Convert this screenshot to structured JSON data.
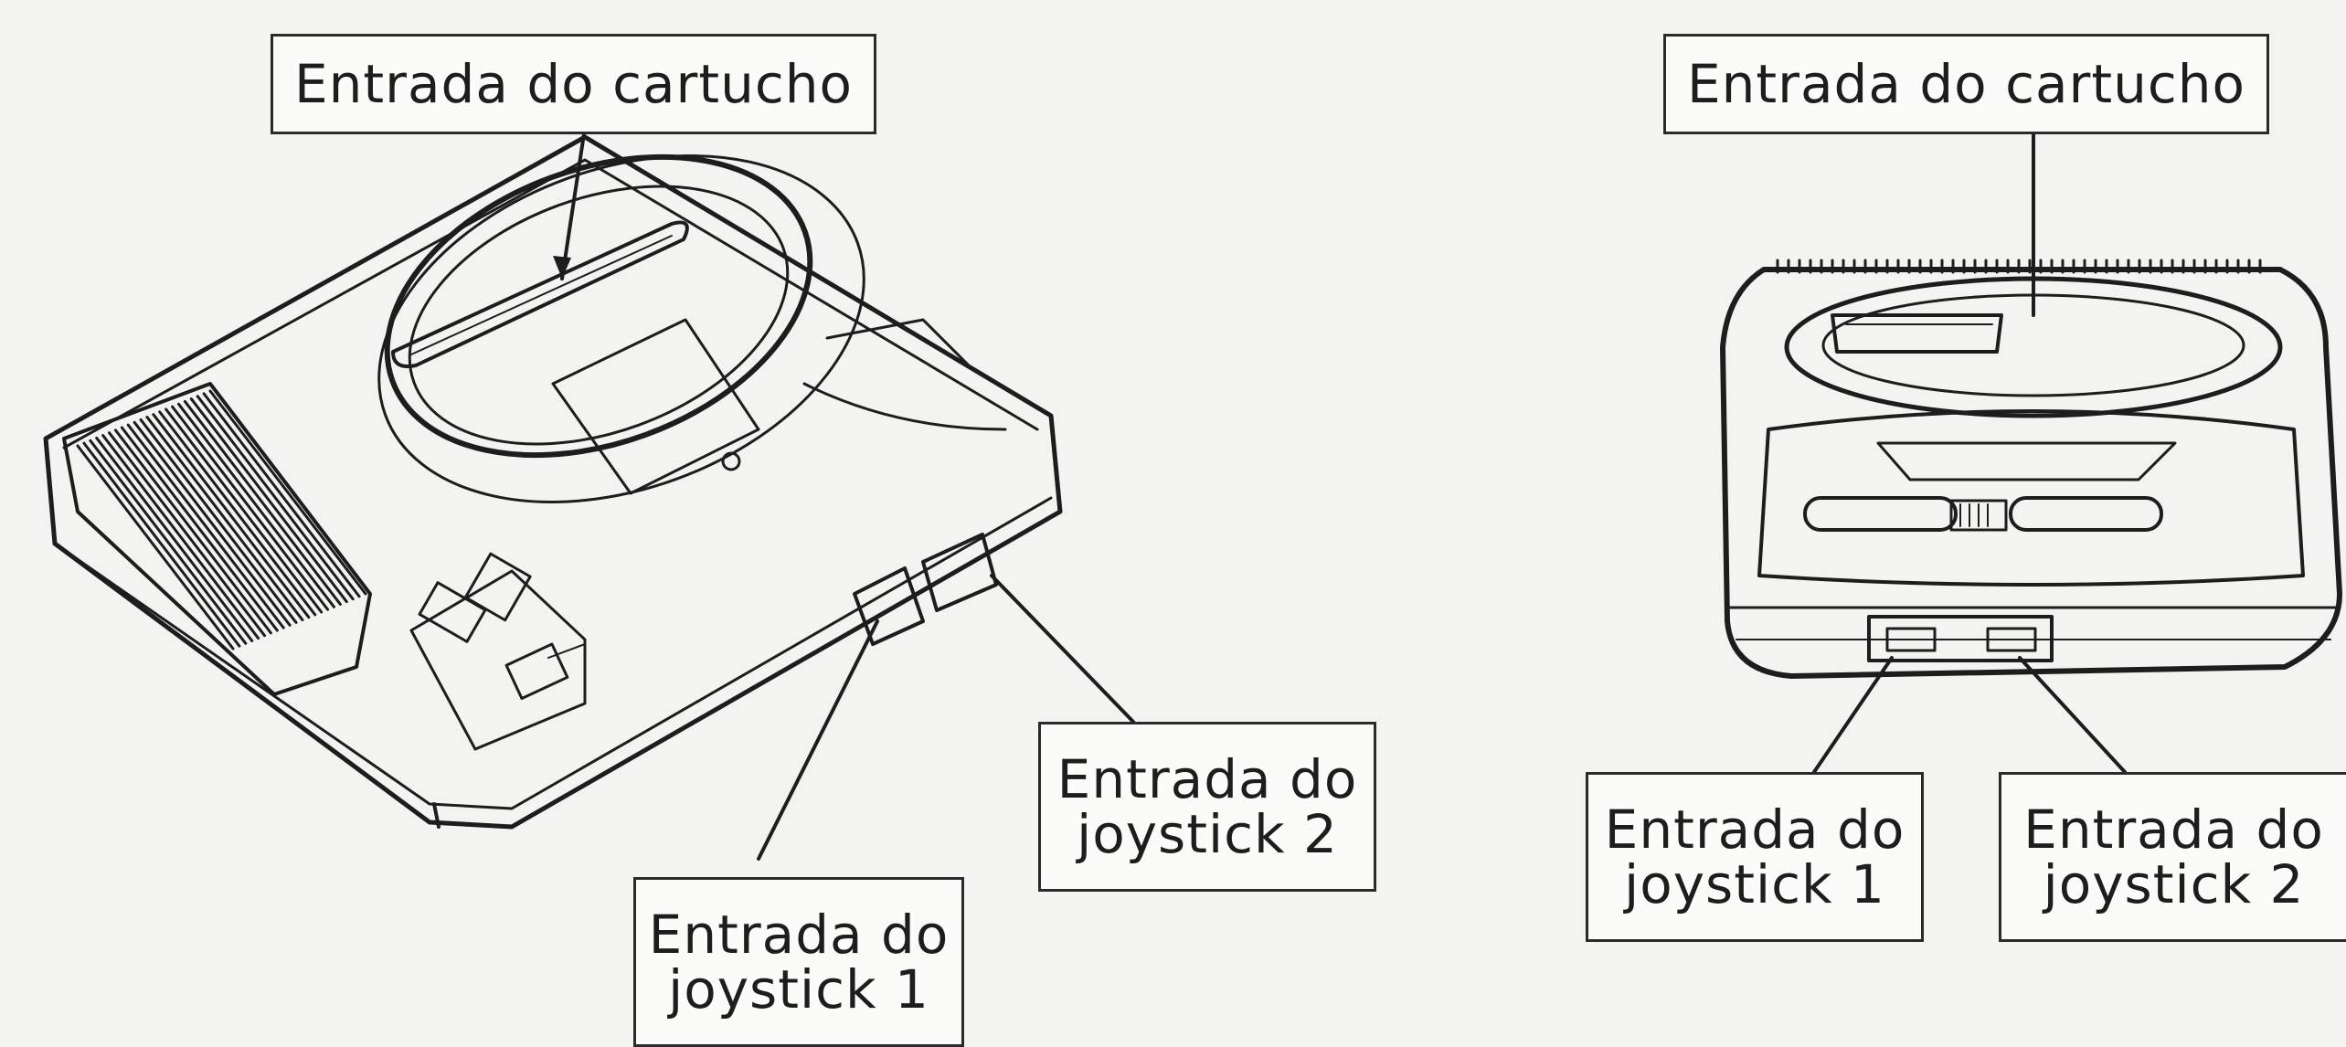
{
  "left_console": {
    "cartridge_label": "Entrada do cartucho",
    "joystick1_label": {
      "line1": "Entrada do",
      "line2": "joystick 1"
    },
    "joystick2_label": {
      "line1": "Entrada do",
      "line2": "joystick 2"
    }
  },
  "right_console": {
    "cartridge_label": "Entrada do cartucho",
    "joystick1_label": {
      "line1": "Entrada do",
      "line2": "joystick 1"
    },
    "joystick2_label": {
      "line1": "Entrada do",
      "line2": "joystick 2"
    }
  },
  "colors": {
    "ink": "#1d1d1d",
    "paper": "#f3f3f1"
  }
}
